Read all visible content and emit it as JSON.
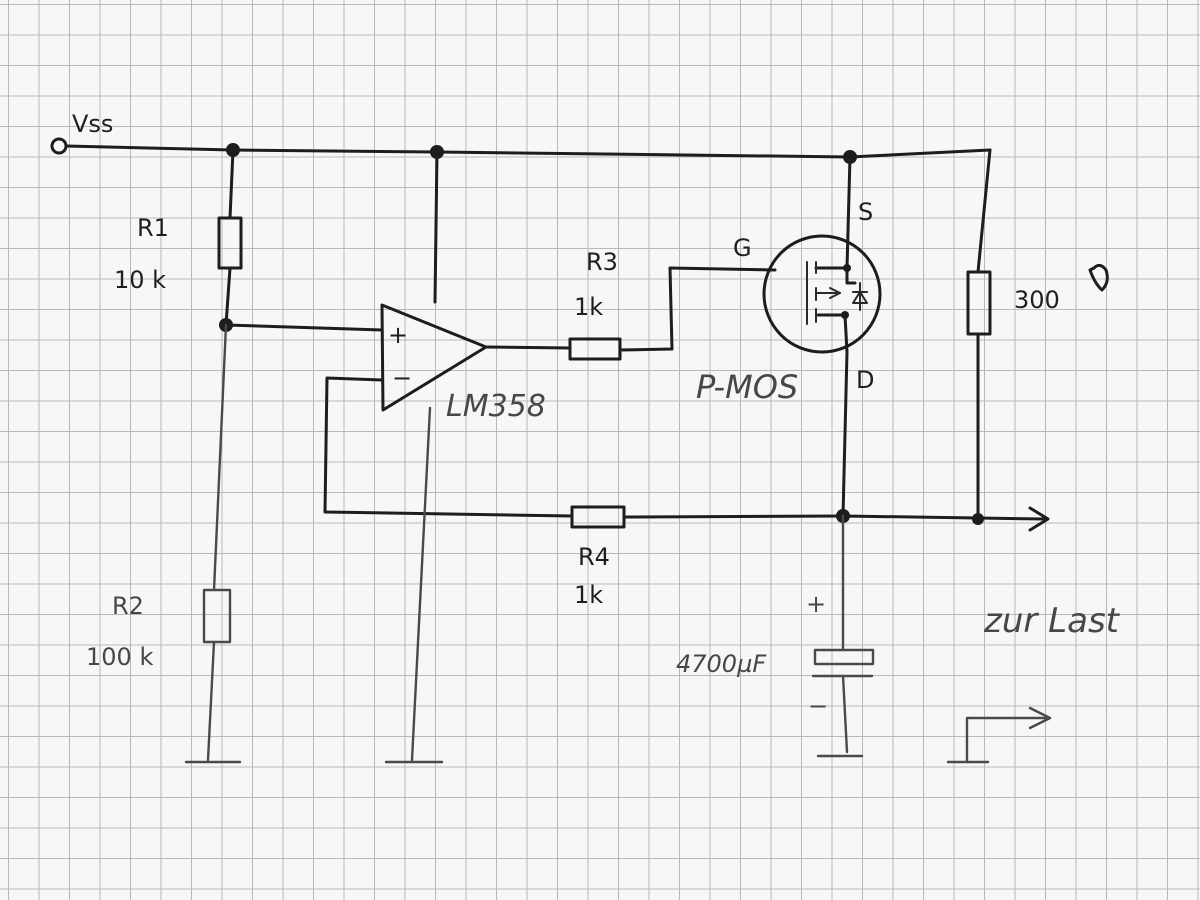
{
  "supply": {
    "label": "Vss"
  },
  "resistors": {
    "r1": {
      "name": "R1",
      "value": "10 k"
    },
    "r2": {
      "name": "R2",
      "value": "100 k"
    },
    "r3": {
      "name": "R3",
      "value": "1k"
    },
    "r4": {
      "name": "R4",
      "value": "1k"
    },
    "r5": {
      "value": "300"
    }
  },
  "opamp": {
    "part": "LM358",
    "plus": "+",
    "minus": "−"
  },
  "mosfet": {
    "type": "P-MOS",
    "gate": "G",
    "source": "S",
    "drain": "D"
  },
  "capacitor": {
    "value": "4700µF",
    "plus": "+",
    "minus": "−"
  },
  "output": {
    "label": "zur Last"
  },
  "icons": {
    "ohm": "ohm-symbol-icon",
    "arrow": "arrow-right-icon",
    "ground": "ground-icon"
  }
}
